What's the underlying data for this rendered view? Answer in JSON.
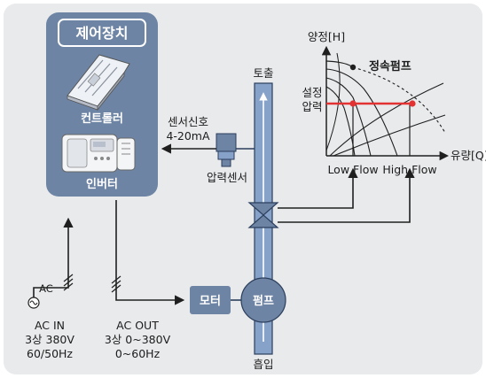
{
  "colors": {
    "panel": "#e9eaec",
    "control_box": "#6e84a4",
    "pipe": "#87a2c8",
    "arrow": "#1f1f1f",
    "operating_line": "#e23232"
  },
  "control_box": {
    "title": "제어장치",
    "controller_label": "컨트롤러",
    "controller_icon": "controller-board-icon",
    "inverter_label": "인버터",
    "inverter_icon": "inverter-unit-icon"
  },
  "signal": {
    "line1": "센서신호",
    "line2": "4-20mA"
  },
  "sensor": {
    "label": "압력센서",
    "icon": "pressure-sensor-icon"
  },
  "pipe": {
    "top_label": "토출",
    "bottom_label": "흡입",
    "valve_icon": "valve-icon"
  },
  "motor_label": "모터",
  "pump_label": "펌프",
  "ac_source": {
    "symbol": "AC",
    "icon": "ac-source-icon",
    "in_lines": [
      "AC IN",
      "3상 380V",
      "60/50Hz"
    ],
    "out_lines": [
      "AC OUT",
      "3상 0~380V",
      "0~60Hz"
    ]
  },
  "graph": {
    "y_axis_label": "양정[H]",
    "x_axis_label": "유량[Q]",
    "curve_label": "정속펌프",
    "setpoint_lines": [
      "설정",
      "압력"
    ],
    "low_flow_label": "Low Flow",
    "high_flow_label": "High Flow"
  }
}
